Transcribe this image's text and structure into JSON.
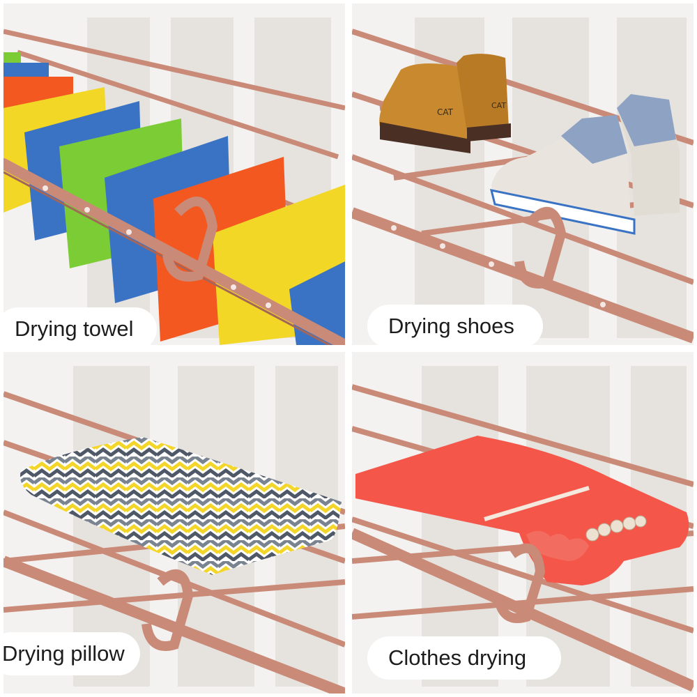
{
  "panels": [
    {
      "caption": "Drying towel"
    },
    {
      "caption": "Drying shoes"
    },
    {
      "caption": "Drying pillow"
    },
    {
      "caption": "Clothes drying"
    }
  ],
  "colors": {
    "rack": "#c98a78",
    "rack_dark": "#a4665a",
    "wall": "#f4f2f0",
    "towel_yellow": "#f2d726",
    "towel_blue": "#3a73c4",
    "towel_green": "#7ccd35",
    "towel_orange": "#f2581f",
    "boot": "#c8892f",
    "sneaker_blue": "#8ea2c4",
    "pillow_yellow": "#f4d62b",
    "pillow_grey": "#7a8390",
    "cloth_red": "#f4574a"
  },
  "logos": [
    "CAT",
    "CAT"
  ]
}
